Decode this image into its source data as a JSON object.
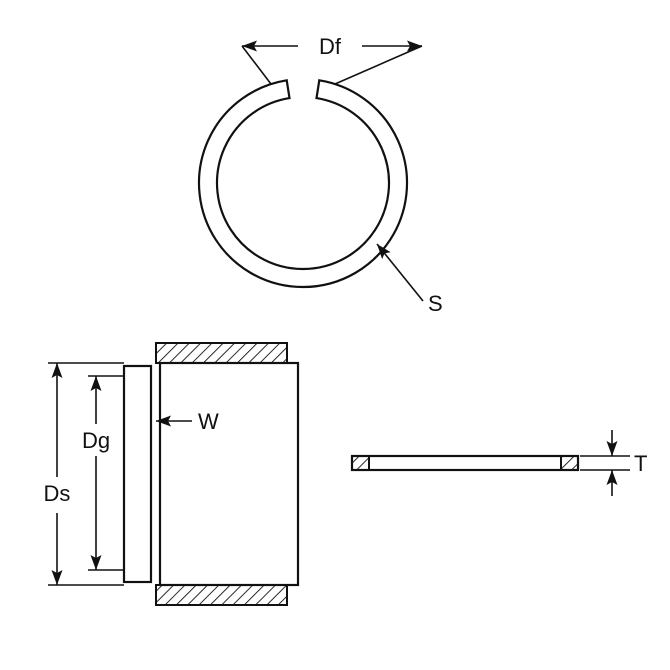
{
  "diagram": {
    "labels": {
      "free_diameter": "Df",
      "ring_section": "S",
      "groove_diameter": "Dg",
      "shaft_diameter": "Ds",
      "ring_width": "W",
      "thickness": "T"
    },
    "colors": {
      "line": "#111111",
      "background": "#ffffff"
    }
  }
}
